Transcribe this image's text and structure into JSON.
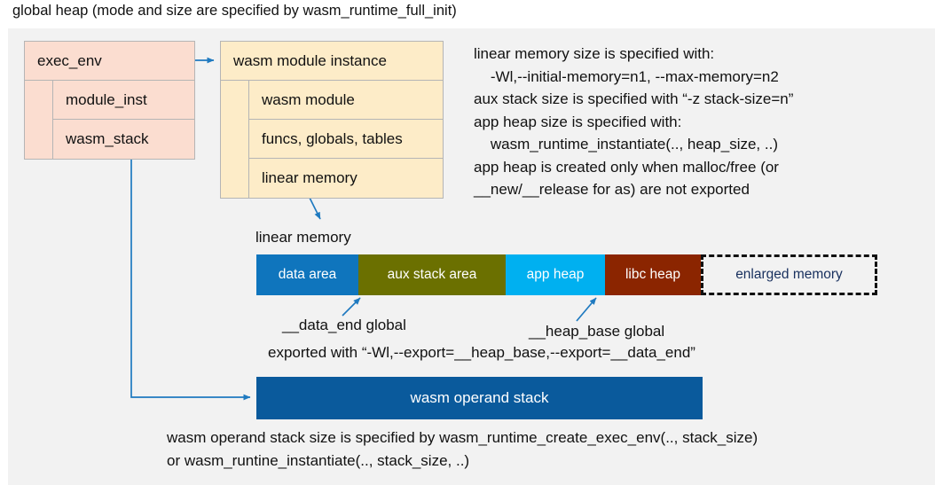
{
  "title": "global heap (mode and size are specified by wasm_runtime_full_init)",
  "exec_env": {
    "header": "exec_env",
    "rows": [
      "module_inst",
      "wasm_stack"
    ]
  },
  "module_instance": {
    "header": "wasm module instance",
    "rows": [
      "wasm module",
      "funcs, globals, tables",
      "linear memory"
    ]
  },
  "info_text": "linear memory size is specified with:\n    -Wl,--initial-memory=n1, --max-memory=n2\naux stack size is specified with “-z stack-size=n”\napp heap size is specified with:\n    wasm_runtime_instantiate(.., heap_size, ..)\napp heap is created only when malloc/free (or\n__new/__release for as) are not exported",
  "linear_memory": {
    "label": "linear memory",
    "segments": [
      {
        "label": "data area",
        "color": "#0f75bd",
        "width": 115
      },
      {
        "label": "aux stack area",
        "color": "#6b7000",
        "width": 166
      },
      {
        "label": "app heap",
        "color": "#00b0f0",
        "width": 112
      },
      {
        "label": "libc heap",
        "color": "#8b2500",
        "width": 108
      },
      {
        "label": "enlarged memory",
        "color": "#f2f2f2",
        "width": 199,
        "dashed": true
      }
    ]
  },
  "annotations": {
    "data_end": "__data_end global",
    "heap_base": "__heap_base global",
    "exported": "exported with “-Wl,--export=__heap_base,--export=__data_end”"
  },
  "operand_stack": {
    "label": "wasm operand stack"
  },
  "bottom_text": "wasm operand stack size is specified by wasm_runtime_create_exec_env(.., stack_size)\nor wasm_runtine_instantiate(.., stack_size, ..)",
  "colors": {
    "panel_bg": "#f2f2f2",
    "exec_env_fill": "#fbddd0",
    "module_inst_fill": "#fdecc8",
    "arrow": "#1f7ac0",
    "operand_stack_fill": "#0a5a9c"
  }
}
